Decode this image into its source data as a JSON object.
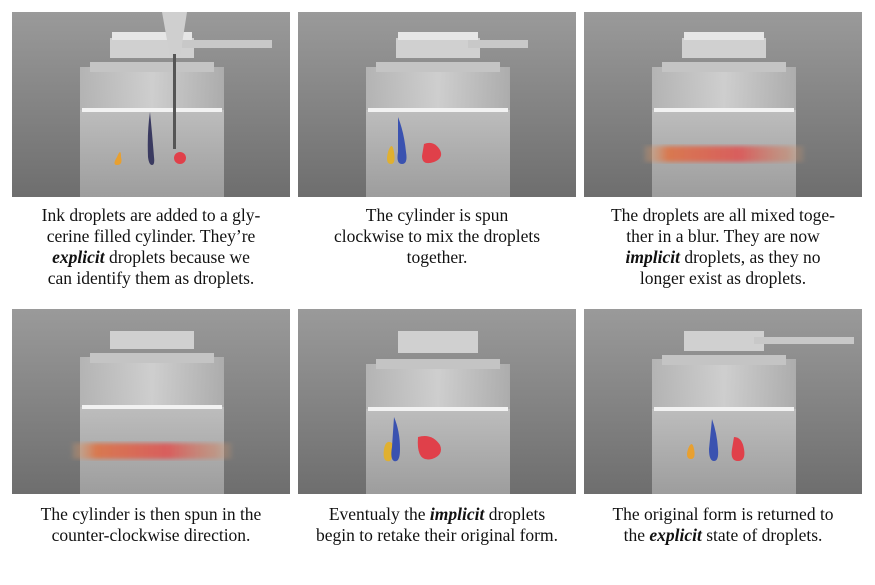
{
  "panels": [
    {
      "id": "p1",
      "state": "droplets-added",
      "caption": {
        "line1": "Ink droplets are added to a gly-",
        "line2a": "cerine filled cylinder.  They’re",
        "line3em": "explicit",
        "line3b": " droplets because we",
        "line4": "can identify them as droplets."
      }
    },
    {
      "id": "p2",
      "state": "spun-clockwise",
      "caption": {
        "line1": "The cylinder is spun",
        "line2": "clockwise to mix the droplets",
        "line3": "together."
      }
    },
    {
      "id": "p3",
      "state": "mixed-blur",
      "caption": {
        "line1": "The droplets are all mixed toge-",
        "line2": "ther in a blur.  They are now",
        "line3em": "implicit",
        "line3b": " droplets, as they no",
        "line4": "longer exist as droplets."
      }
    },
    {
      "id": "p4",
      "state": "spun-counter-clockwise",
      "caption": {
        "line1": "The cylinder is then spun in the",
        "line2": "counter-clockwise direction."
      }
    },
    {
      "id": "p5",
      "state": "retaking-form",
      "caption": {
        "line1a": "Eventualy the ",
        "line1em": "implicit",
        "line1b": " droplets",
        "line2": "begin to retake their original form."
      }
    },
    {
      "id": "p6",
      "state": "restored",
      "caption": {
        "line1": "The original form is returned to",
        "line2a": "the ",
        "line2em": "explicit",
        "line2b": " state of droplets."
      }
    }
  ],
  "colors": {
    "orange": "#e8a030",
    "blue": "#3a52b0",
    "red": "#e0404a",
    "yellow": "#e0b030",
    "background_gray": "#8c8c8c"
  }
}
